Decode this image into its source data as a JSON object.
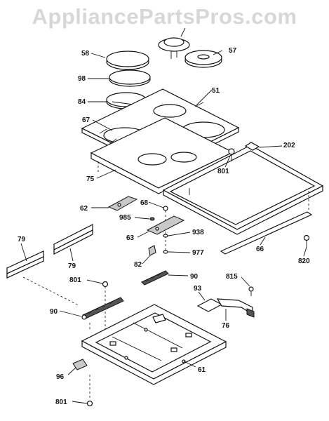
{
  "watermark": "AppliancePartsPros.com",
  "colors": {
    "line": "#111111",
    "watermark": "#d7d7d7",
    "shade": "#c9c9c9"
  },
  "callouts": {
    "c58": "58",
    "c57": "57",
    "c98": "98",
    "c84": "84",
    "c51": "51",
    "c67": "67",
    "c75": "75",
    "c202": "202",
    "c801a": "801",
    "c62": "62",
    "c68": "68",
    "c985": "985",
    "c63": "63",
    "c938": "938",
    "c977": "977",
    "c82": "82",
    "c79a": "79",
    "c79b": "79",
    "c66": "66",
    "c820": "820",
    "c90a": "90",
    "c801b": "801",
    "c815": "815",
    "c93": "93",
    "c76": "76",
    "c90b": "90",
    "c96": "96",
    "c61": "61",
    "c801c": "801"
  }
}
